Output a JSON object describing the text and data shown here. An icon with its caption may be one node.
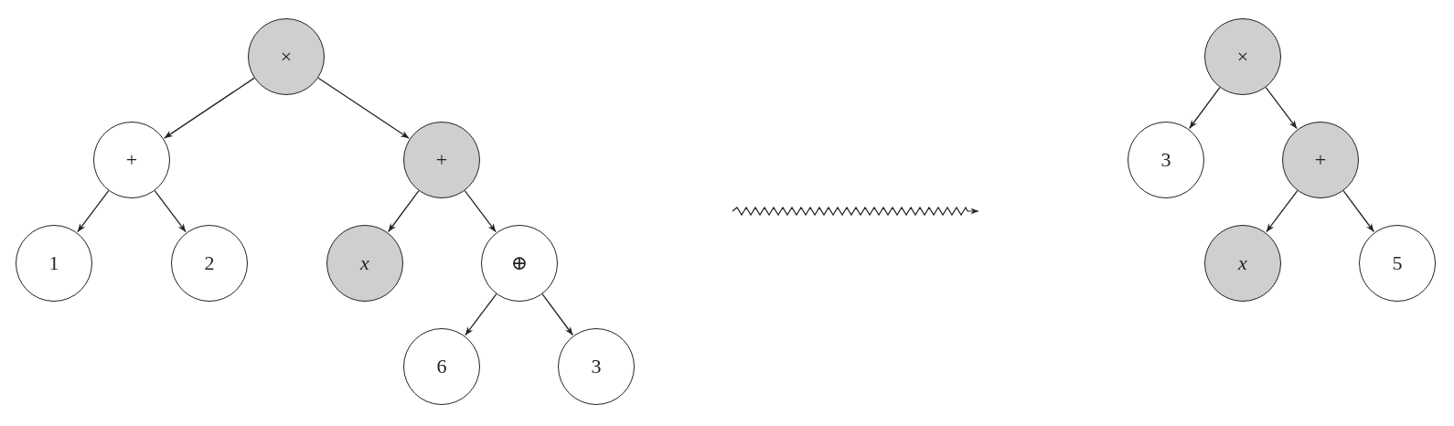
{
  "diagram": {
    "nodes": [
      {
        "text": [
          "×"
        ]
      },
      {
        "text": [
          "+"
        ]
      },
      {
        "text": [
          "+"
        ]
      },
      {
        "text": [
          "1"
        ]
      },
      {
        "text": [
          "2"
        ]
      },
      {
        "text": [
          "x"
        ]
      },
      {
        "text": [
          "⊕"
        ]
      },
      {
        "text": [
          "6"
        ]
      },
      {
        "text": [
          "3"
        ]
      },
      {
        "text": [
          "×"
        ]
      },
      {
        "text": [
          "3"
        ]
      },
      {
        "text": [
          "+"
        ]
      },
      {
        "text": [
          "x"
        ]
      },
      {
        "text": [
          "5"
        ]
      }
    ],
    "edges": [
      {
        "from": 0,
        "to": 1,
        "arrow": "to"
      },
      {
        "from": 0,
        "to": 2,
        "arrow": "to"
      },
      {
        "from": 1,
        "to": 3,
        "arrow": "to"
      },
      {
        "from": 1,
        "to": 4,
        "arrow": "to"
      },
      {
        "from": 2,
        "to": 5,
        "arrow": "to"
      },
      {
        "from": 2,
        "to": 6,
        "arrow": "to"
      },
      {
        "from": 6,
        "to": 7,
        "arrow": "to"
      },
      {
        "from": 6,
        "to": 8,
        "arrow": "to"
      },
      {
        "from": 9,
        "to": 10,
        "arrow": "to"
      },
      {
        "from": 9,
        "to": 11,
        "arrow": "to"
      },
      {
        "from": 11,
        "to": 12,
        "arrow": "to"
      },
      {
        "from": 11,
        "to": 13,
        "arrow": "to"
      }
    ]
  }
}
